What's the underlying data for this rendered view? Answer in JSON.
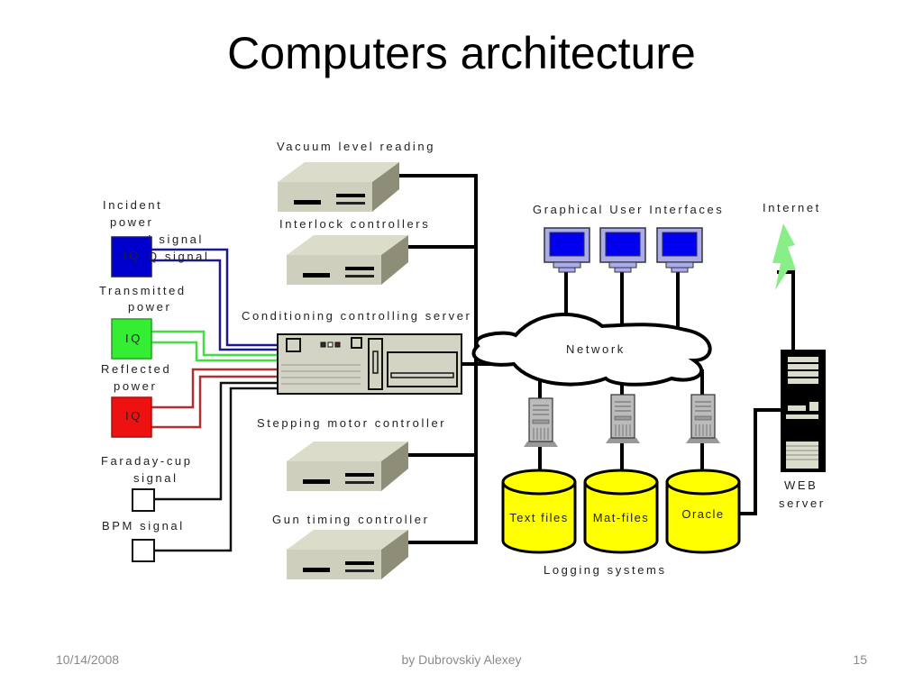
{
  "slide": {
    "title": "Computers architecture",
    "footer": {
      "date": "10/14/2008",
      "author": "by Dubrovskiy Alexey",
      "page": "15"
    }
  },
  "diagram": {
    "colors": {
      "blue_signal": "#1a1a8c",
      "green_signal": "#44dd44",
      "red_signal": "#b03030",
      "incident_box": "#0000cc",
      "transmitted_box": "#33ee33",
      "reflected_box": "#ee1111",
      "device_face": "#cfcfbd",
      "device_top": "#dcdccb",
      "device_side": "#8e8e78",
      "monitor_screen": "#0000ee",
      "monitor_frame": "#aaaaee",
      "db_fill": "#ffff00",
      "internet_bolt": "#88ee88",
      "conditioning_label": "#8a5a9a",
      "transmitted_label": "#44cc44",
      "reflected_label": "#b03030",
      "incident_label": "#2a3a6a"
    },
    "sources": {
      "incident": {
        "line1": "Incident",
        "line2": "power",
        "box": "IQ"
      },
      "i_signal": "I signal",
      "q_signal": "Q signal",
      "transmitted": {
        "line1": "Transmitted",
        "line2": "power",
        "box": "IQ"
      },
      "reflected": {
        "line1": "Reflected",
        "line2": "power",
        "box": "IQ"
      },
      "faraday": {
        "line1": "Faraday-cup",
        "line2": "signal"
      },
      "bpm": {
        "line1": "BPM signal"
      }
    },
    "devices": {
      "vacuum": "Vacuum level reading",
      "interlock": "Interlock controllers",
      "server": "Conditioning controlling server",
      "stepping": "Stepping motor controller",
      "gun": "Gun timing controller"
    },
    "network": {
      "cloud": "Network",
      "gui": "Graphical User Interfaces",
      "internet": "Internet",
      "web_line1": "WEB",
      "web_line2": "server"
    },
    "databases": [
      {
        "label": "Text files"
      },
      {
        "label": "Mat-files"
      },
      {
        "label": "Oracle"
      }
    ],
    "logging": "Logging systems"
  }
}
